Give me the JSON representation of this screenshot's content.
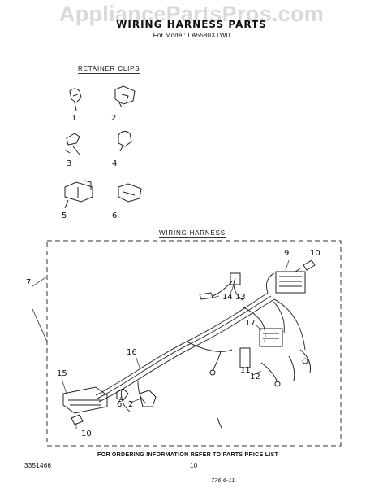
{
  "watermark": "AppliancePartsPros.com",
  "header": {
    "title": "WIRING HARNESS PARTS",
    "model": "For Model: LA5580XTW0"
  },
  "retainer_clips": {
    "label": "RETAINER CLIPS",
    "items": [
      "1",
      "2",
      "3",
      "4",
      "5",
      "6"
    ]
  },
  "wiring_harness": {
    "label": "WIRING HARNESS",
    "callouts": [
      "7",
      "9",
      "10",
      "14",
      "13",
      "17",
      "16",
      "11",
      "12",
      "15",
      "6",
      "2",
      "10"
    ]
  },
  "footer": {
    "ordering_note": "FOR ORDERING INFORMATION REFER TO PARTS PRICE LIST",
    "part_number": "3351466",
    "page": "10",
    "date_code": "776 6-11"
  }
}
